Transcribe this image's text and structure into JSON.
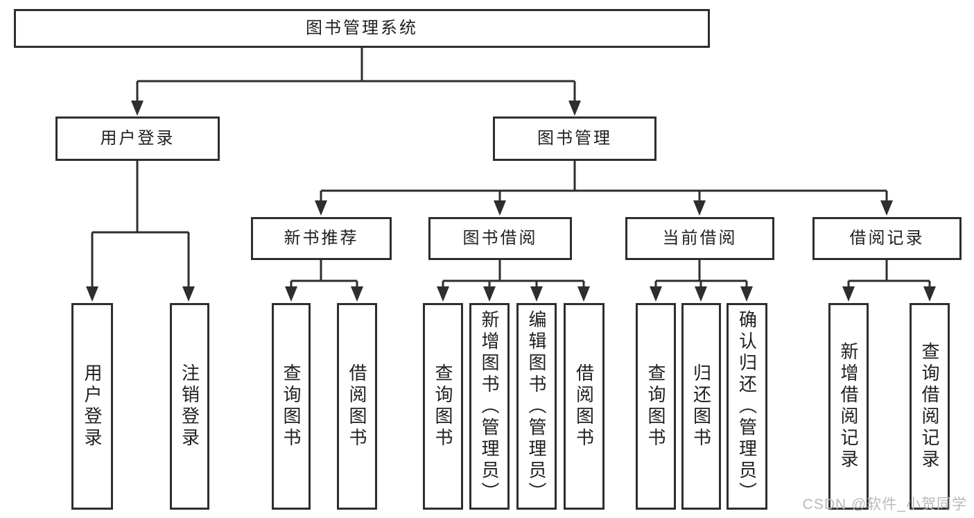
{
  "diagram": {
    "root": "图书管理系统",
    "level2": [
      "用户登录",
      "图书管理"
    ],
    "level3": [
      "新书推荐",
      "图书借阅",
      "当前借阅",
      "借阅记录"
    ],
    "leaves": [
      "用户登录",
      "注销登录",
      "查询图书",
      "借阅图书",
      "查询图书",
      "新增图书（管理员）",
      "编辑图书（管理员）",
      "借阅图书",
      "查询图书",
      "归还图书",
      "确认归还（管理员）",
      "新增借阅记录",
      "查询借阅记录"
    ]
  },
  "watermark": "CSDN @软件_小贺同学",
  "colors": {
    "line": "#2e2e2e",
    "text": "#1f1f1f",
    "background": "#ffffff",
    "watermark": "#b9b9b9"
  }
}
